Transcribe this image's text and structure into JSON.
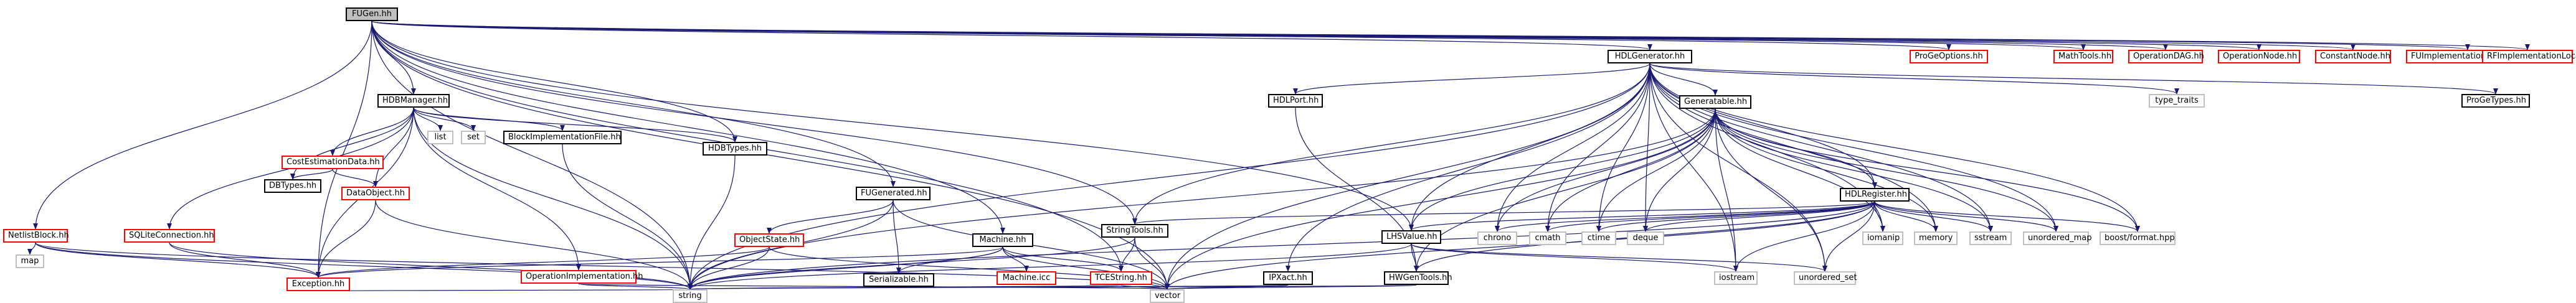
{
  "diagram": {
    "nodes": [
      {
        "id": "fugen",
        "label": "FUGen.hh",
        "style": "root"
      },
      {
        "id": "netlistblock",
        "label": "NetlistBlock.hh",
        "style": "red"
      },
      {
        "id": "hdbmanager",
        "label": "HDBManager.hh",
        "style": "normal"
      },
      {
        "id": "hdlgenerator",
        "label": "HDLGenerator.hh",
        "style": "normal"
      },
      {
        "id": "progeoptions",
        "label": "ProGeOptions.hh",
        "style": "red"
      },
      {
        "id": "mathtools",
        "label": "MathTools.hh",
        "style": "red"
      },
      {
        "id": "operationdag",
        "label": "OperationDAG.hh",
        "style": "red"
      },
      {
        "id": "operationnode",
        "label": "OperationNode.hh",
        "style": "red"
      },
      {
        "id": "constantnode",
        "label": "ConstantNode.hh",
        "style": "red"
      },
      {
        "id": "fuimpllocation",
        "label": "FUImplementationLocation.hh",
        "style": "red"
      },
      {
        "id": "rfimpllocation",
        "label": "RFImplementationLocation.hh",
        "style": "red"
      },
      {
        "id": "map",
        "label": "map",
        "style": "grey"
      },
      {
        "id": "sqliteconnection",
        "label": "SQLiteConnection.hh",
        "style": "red"
      },
      {
        "id": "costestimationdata",
        "label": "CostEstimationData.hh",
        "style": "red"
      },
      {
        "id": "dbtypes",
        "label": "DBTypes.hh",
        "style": "normal"
      },
      {
        "id": "dataobject",
        "label": "DataObject.hh",
        "style": "red"
      },
      {
        "id": "list",
        "label": "list",
        "style": "grey"
      },
      {
        "id": "set",
        "label": "set",
        "style": "grey"
      },
      {
        "id": "blockimplfile",
        "label": "BlockImplementationFile.hh",
        "style": "normal"
      },
      {
        "id": "hdbtypes",
        "label": "HDBTypes.hh",
        "style": "normal"
      },
      {
        "id": "operationimpl",
        "label": "OperationImplementation.hh",
        "style": "red"
      },
      {
        "id": "exception",
        "label": "Exception.hh",
        "style": "red"
      },
      {
        "id": "fugenerated",
        "label": "FUGenerated.hh",
        "style": "normal"
      },
      {
        "id": "objectstate",
        "label": "ObjectState.hh",
        "style": "red"
      },
      {
        "id": "serializable",
        "label": "Serializable.hh",
        "style": "normal"
      },
      {
        "id": "machine",
        "label": "Machine.hh",
        "style": "normal"
      },
      {
        "id": "machineicc",
        "label": "Machine.icc",
        "style": "red"
      },
      {
        "id": "tcestring",
        "label": "TCEString.hh",
        "style": "red"
      },
      {
        "id": "stringtools",
        "label": "StringTools.hh",
        "style": "normal"
      },
      {
        "id": "hdlport",
        "label": "HDLPort.hh",
        "style": "normal"
      },
      {
        "id": "ipxact",
        "label": "IPXact.hh",
        "style": "normal"
      },
      {
        "id": "generatable",
        "label": "Generatable.hh",
        "style": "normal"
      },
      {
        "id": "hdlregister",
        "label": "HDLRegister.hh",
        "style": "normal"
      },
      {
        "id": "lhsvalue",
        "label": "LHSValue.hh",
        "style": "normal"
      },
      {
        "id": "hwgentools",
        "label": "HWGenTools.hh",
        "style": "normal"
      },
      {
        "id": "chrono",
        "label": "chrono",
        "style": "grey"
      },
      {
        "id": "cmath",
        "label": "cmath",
        "style": "grey"
      },
      {
        "id": "ctime",
        "label": "ctime",
        "style": "grey"
      },
      {
        "id": "deque",
        "label": "deque",
        "style": "grey"
      },
      {
        "id": "iomanip",
        "label": "iomanip",
        "style": "grey"
      },
      {
        "id": "memory",
        "label": "memory",
        "style": "grey"
      },
      {
        "id": "sstream",
        "label": "sstream",
        "style": "grey"
      },
      {
        "id": "unorderedmap",
        "label": "unordered_map",
        "style": "grey"
      },
      {
        "id": "boostformat",
        "label": "boost/format.hpp",
        "style": "grey"
      },
      {
        "id": "iostream",
        "label": "iostream",
        "style": "grey"
      },
      {
        "id": "unorderedset",
        "label": "unordered_set",
        "style": "grey"
      },
      {
        "id": "typetraits",
        "label": "type_traits",
        "style": "grey"
      },
      {
        "id": "progetypes",
        "label": "ProGeTypes.hh",
        "style": "normal"
      },
      {
        "id": "string",
        "label": "string",
        "style": "grey"
      },
      {
        "id": "vector",
        "label": "vector",
        "style": "grey"
      }
    ],
    "edges": [
      [
        "fugen",
        "netlistblock"
      ],
      [
        "fugen",
        "hdbmanager"
      ],
      [
        "fugen",
        "hdlgenerator"
      ],
      [
        "fugen",
        "progeoptions"
      ],
      [
        "fugen",
        "mathtools"
      ],
      [
        "fugen",
        "operationdag"
      ],
      [
        "fugen",
        "operationnode"
      ],
      [
        "fugen",
        "constantnode"
      ],
      [
        "fugen",
        "fuimpllocation"
      ],
      [
        "fugen",
        "rfimpllocation"
      ],
      [
        "fugen",
        "hdbtypes"
      ],
      [
        "fugen",
        "fugenerated"
      ],
      [
        "fugen",
        "machine"
      ],
      [
        "fugen",
        "tcestring"
      ],
      [
        "fugen",
        "stringtools"
      ],
      [
        "fugen",
        "lhsvalue"
      ],
      [
        "fugen",
        "exception"
      ],
      [
        "fugen",
        "string"
      ],
      [
        "fugen",
        "vector"
      ],
      [
        "netlistblock",
        "map"
      ],
      [
        "netlistblock",
        "exception"
      ],
      [
        "netlistblock",
        "string"
      ],
      [
        "netlistblock",
        "vector"
      ],
      [
        "hdbmanager",
        "sqliteconnection"
      ],
      [
        "hdbmanager",
        "costestimationdata"
      ],
      [
        "hdbmanager",
        "dbtypes"
      ],
      [
        "hdbmanager",
        "dataobject"
      ],
      [
        "hdbmanager",
        "list"
      ],
      [
        "hdbmanager",
        "set"
      ],
      [
        "hdbmanager",
        "blockimplfile"
      ],
      [
        "hdbmanager",
        "hdbtypes"
      ],
      [
        "hdbmanager",
        "operationimpl"
      ],
      [
        "hdbmanager",
        "exception"
      ],
      [
        "hdbmanager",
        "string"
      ],
      [
        "sqliteconnection",
        "exception"
      ],
      [
        "sqliteconnection",
        "string"
      ],
      [
        "costestimationdata",
        "dbtypes"
      ],
      [
        "costestimationdata",
        "dataobject"
      ],
      [
        "dataobject",
        "exception"
      ],
      [
        "dataobject",
        "string"
      ],
      [
        "blockimplfile",
        "string"
      ],
      [
        "hdbtypes",
        "string"
      ],
      [
        "operationimpl",
        "string"
      ],
      [
        "operationimpl",
        "vector"
      ],
      [
        "exception",
        "string"
      ],
      [
        "fugenerated",
        "objectstate"
      ],
      [
        "fugenerated",
        "serializable"
      ],
      [
        "fugenerated",
        "string"
      ],
      [
        "fugenerated",
        "vector"
      ],
      [
        "objectstate",
        "exception"
      ],
      [
        "objectstate",
        "string"
      ],
      [
        "objectstate",
        "vector"
      ],
      [
        "machine",
        "exception"
      ],
      [
        "machine",
        "serializable"
      ],
      [
        "machine",
        "machineicc"
      ],
      [
        "machine",
        "tcestring"
      ],
      [
        "machine",
        "string"
      ],
      [
        "machine",
        "vector"
      ],
      [
        "tcestring",
        "string"
      ],
      [
        "tcestring",
        "vector"
      ],
      [
        "hdlgenerator",
        "hdlport"
      ],
      [
        "hdlgenerator",
        "ipxact"
      ],
      [
        "hdlgenerator",
        "generatable"
      ],
      [
        "hdlgenerator",
        "hdlregister"
      ],
      [
        "hdlgenerator",
        "lhsvalue"
      ],
      [
        "hdlgenerator",
        "stringtools"
      ],
      [
        "hdlgenerator",
        "chrono"
      ],
      [
        "hdlgenerator",
        "cmath"
      ],
      [
        "hdlgenerator",
        "ctime"
      ],
      [
        "hdlgenerator",
        "deque"
      ],
      [
        "hdlgenerator",
        "iomanip"
      ],
      [
        "hdlgenerator",
        "memory"
      ],
      [
        "hdlgenerator",
        "sstream"
      ],
      [
        "hdlgenerator",
        "unorderedmap"
      ],
      [
        "hdlgenerator",
        "boostformat"
      ],
      [
        "hdlgenerator",
        "iostream"
      ],
      [
        "hdlgenerator",
        "unorderedset"
      ],
      [
        "hdlgenerator",
        "typetraits"
      ],
      [
        "hdlgenerator",
        "progetypes"
      ],
      [
        "hdlgenerator",
        "string"
      ],
      [
        "hdlgenerator",
        "vector"
      ],
      [
        "hdlport",
        "hwgentools"
      ],
      [
        "generatable",
        "hdlregister"
      ],
      [
        "generatable",
        "lhsvalue"
      ],
      [
        "generatable",
        "hwgentools"
      ],
      [
        "generatable",
        "chrono"
      ],
      [
        "generatable",
        "cmath"
      ],
      [
        "generatable",
        "ctime"
      ],
      [
        "generatable",
        "deque"
      ],
      [
        "generatable",
        "iomanip"
      ],
      [
        "generatable",
        "memory"
      ],
      [
        "generatable",
        "sstream"
      ],
      [
        "generatable",
        "unorderedmap"
      ],
      [
        "generatable",
        "boostformat"
      ],
      [
        "generatable",
        "iostream"
      ],
      [
        "generatable",
        "unorderedset"
      ],
      [
        "generatable",
        "string"
      ],
      [
        "generatable",
        "vector"
      ],
      [
        "hdlregister",
        "stringtools"
      ],
      [
        "hdlregister",
        "lhsvalue"
      ],
      [
        "hdlregister",
        "hwgentools"
      ],
      [
        "hdlregister",
        "chrono"
      ],
      [
        "hdlregister",
        "cmath"
      ],
      [
        "hdlregister",
        "ctime"
      ],
      [
        "hdlregister",
        "deque"
      ],
      [
        "hdlregister",
        "iomanip"
      ],
      [
        "hdlregister",
        "memory"
      ],
      [
        "hdlregister",
        "sstream"
      ],
      [
        "hdlregister",
        "unorderedmap"
      ],
      [
        "hdlregister",
        "boostformat"
      ],
      [
        "hdlregister",
        "iostream"
      ],
      [
        "hdlregister",
        "unorderedset"
      ],
      [
        "hdlregister",
        "string"
      ],
      [
        "hdlregister",
        "vector"
      ],
      [
        "lhsvalue",
        "hwgentools"
      ],
      [
        "lhsvalue",
        "iostream"
      ],
      [
        "lhsvalue",
        "unorderedset"
      ],
      [
        "lhsvalue",
        "string"
      ],
      [
        "hwgentools",
        "string"
      ],
      [
        "hwgentools",
        "vector"
      ],
      [
        "stringtools",
        "tcestring"
      ],
      [
        "stringtools",
        "string"
      ],
      [
        "stringtools",
        "vector"
      ],
      [
        "ipxact",
        "string"
      ],
      [
        "ipxact",
        "vector"
      ]
    ]
  }
}
